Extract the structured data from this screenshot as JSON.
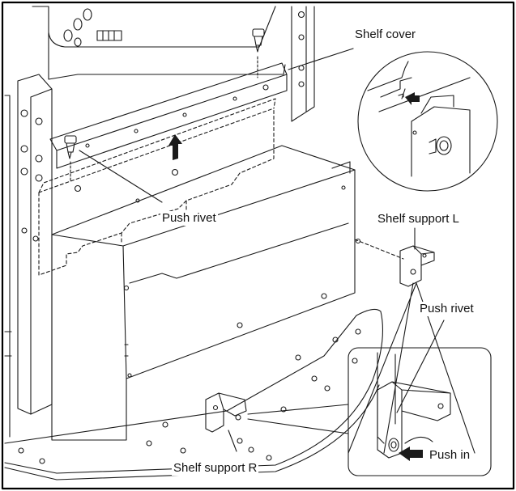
{
  "labels": {
    "shelf_cover": "Shelf cover",
    "push_rivet_main": "Push rivet",
    "shelf_support_l": "Shelf support L",
    "push_rivet_detail": "Push rivet",
    "push_in": "Push in",
    "shelf_support_r": "Shelf support R"
  },
  "colors": {
    "line": "#1a1a1a",
    "background": "#ffffff",
    "frame": "#000000"
  }
}
